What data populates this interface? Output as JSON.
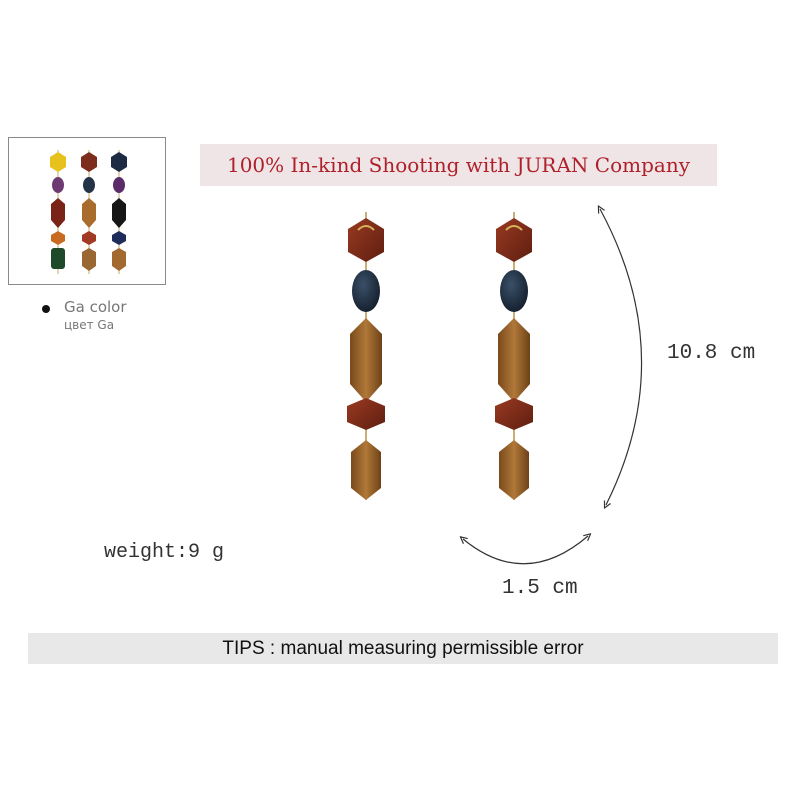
{
  "banner": {
    "text": "100% In-kind Shooting with JURAN Company"
  },
  "variant": {
    "name": "Ga color",
    "name_ru": "цвет Ga"
  },
  "dimensions": {
    "length": "10.8 cm",
    "width": "1.5 cm"
  },
  "weight": "weight:9 g",
  "tips": "TIPS : manual measuring permissible error",
  "colors": {
    "banner_text": "#b0202a",
    "banner_bg": "#efe5e6",
    "tips_bg": "#e8e8e8",
    "bead_red": "#8c3220",
    "bead_navy": "#223248",
    "bead_wood": "#9a6630"
  }
}
